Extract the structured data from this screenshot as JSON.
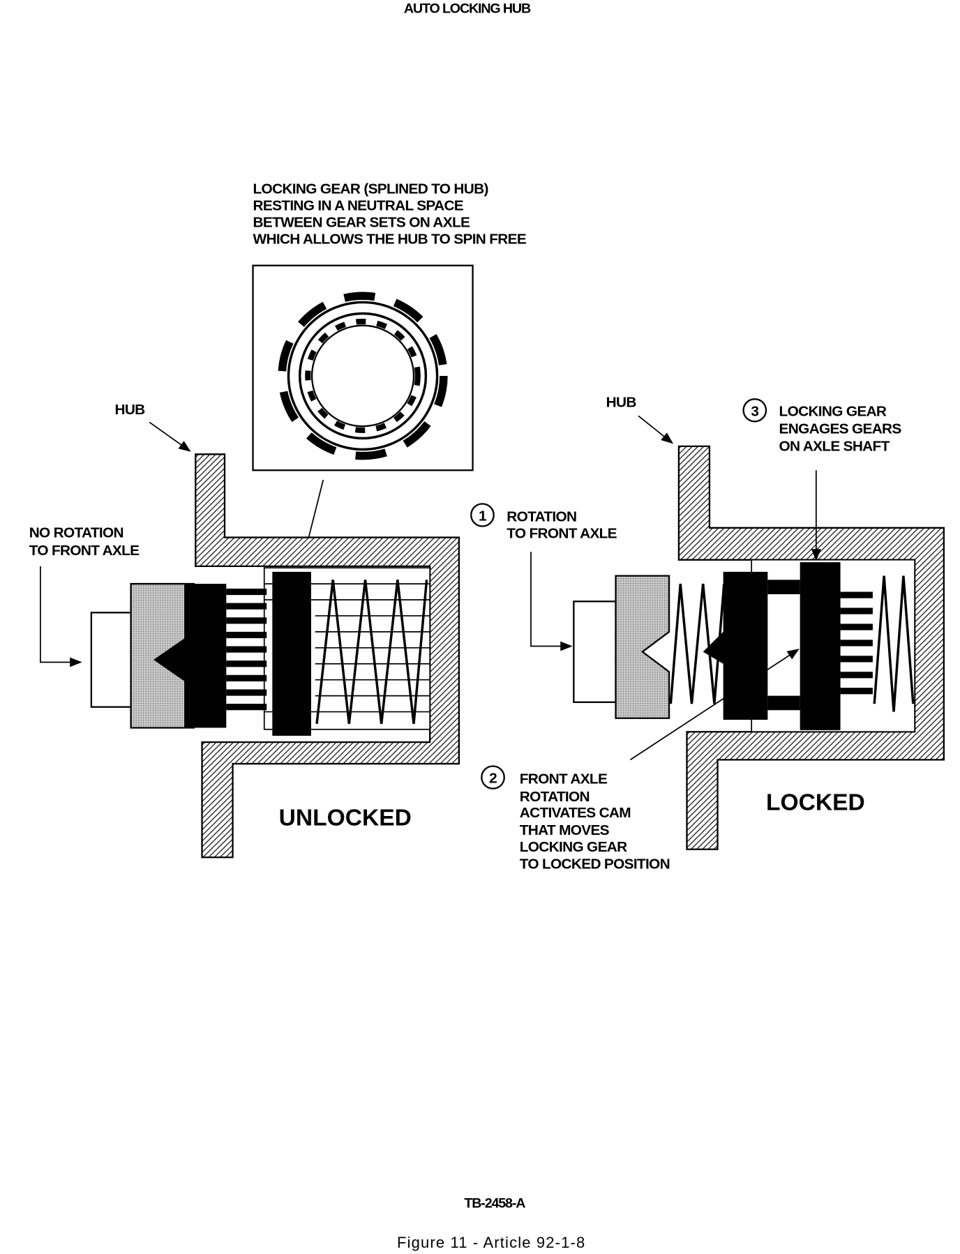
{
  "title": "AUTO LOCKING HUB",
  "top_note": [
    "LOCKING GEAR (SPLINED TO HUB)",
    "RESTING IN A NEUTRAL SPACE",
    "BETWEEN GEAR SETS ON AXLE",
    "WHICH ALLOWS THE HUB TO SPIN FREE"
  ],
  "unlocked": {
    "hub_label": "HUB",
    "no_rotation": [
      "NO ROTATION",
      "TO FRONT AXLE"
    ],
    "state_label": "UNLOCKED"
  },
  "locked": {
    "hub_label": "HUB",
    "step1": {
      "num": "1",
      "lines": [
        "ROTATION",
        "TO FRONT AXLE"
      ]
    },
    "step2": {
      "num": "2",
      "lines": [
        "FRONT AXLE",
        "ROTATION",
        "ACTIVATES CAM",
        "THAT MOVES",
        "LOCKING GEAR",
        "TO LOCKED POSITION"
      ]
    },
    "step3": {
      "num": "3",
      "lines": [
        "LOCKING GEAR",
        "ENGAGES GEARS",
        "ON AXLE SHAFT"
      ]
    },
    "state_label": "LOCKED"
  },
  "figure_code": "TB-2458-A",
  "caption": "Figure 11 - Article 92-1-8"
}
